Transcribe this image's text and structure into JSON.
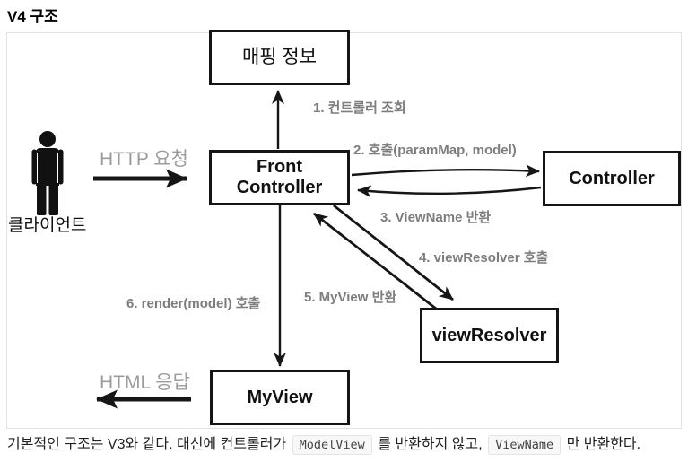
{
  "page": {
    "title": "V4 구조"
  },
  "diagram": {
    "nodes": {
      "mapping": "매핑 정보",
      "front_controller": "Front Controller",
      "controller": "Controller",
      "view_resolver": "viewResolver",
      "my_view": "MyView"
    },
    "labels": {
      "step1": "1. 컨트롤러 조회",
      "step2": "2. 호출(paramMap, model)",
      "step3": "3. ViewName 반환",
      "step4": "4. viewResolver 호출",
      "step5": "5. MyView 반환",
      "step6": "6. render(model) 호출",
      "http_request": "HTTP 요청",
      "html_response": "HTML 응답",
      "client": "클라이언트"
    },
    "icons": {
      "client": "person-pictogram"
    },
    "colors": {
      "box_border": "#151515",
      "arrow": "#161616",
      "step_label_gray": "#7d7d7d",
      "io_label_gray": "#9c9c9c",
      "frame_border": "#e3e3e3"
    }
  },
  "footer": {
    "text_part1": "기본적인 구조는 V3와 같다. 대신에 컨트롤러가 ",
    "code1": "ModelView",
    "text_part2": " 를 반환하지 않고, ",
    "code2": "ViewName",
    "text_part3": " 만 반환한다."
  }
}
